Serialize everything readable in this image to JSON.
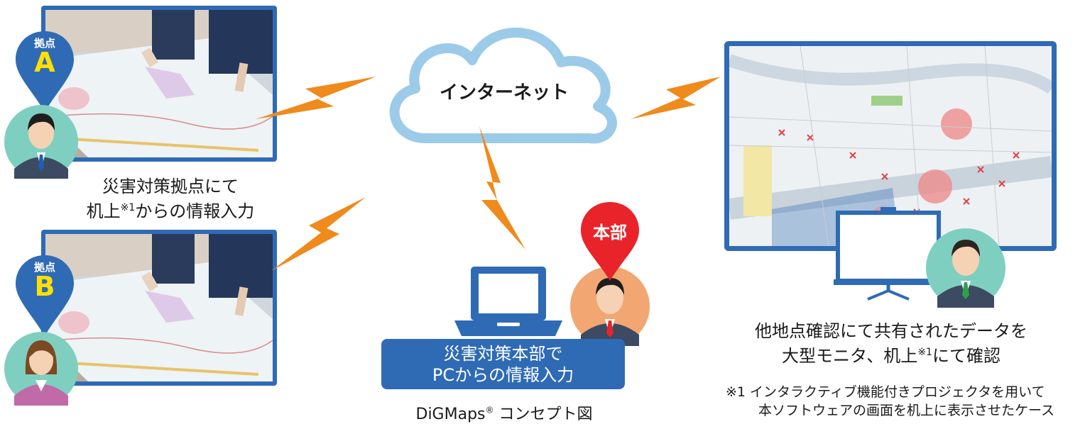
{
  "cloud": {
    "label": "インターネット"
  },
  "site_a": {
    "pin_top": "拠点",
    "pin_letter": "A",
    "caption_line1": "災害対策拠点にて",
    "caption_line2_pre": "机上",
    "caption_line2_mark": "※1",
    "caption_line2_post": "からの情報入力"
  },
  "site_b": {
    "pin_top": "拠点",
    "pin_letter": "B"
  },
  "hq": {
    "pin_label": "本部",
    "box_line1": "災害対策本部で",
    "box_line2": "PCからの情報入力"
  },
  "monitor": {
    "caption_line1": "他地点確認にて共有されたデータを",
    "caption_line2_pre": "大型モニタ、机上",
    "caption_line2_mark": "※1",
    "caption_line2_post": "にて確認"
  },
  "title": {
    "pre": "DiGMaps",
    "mark": "®",
    "post": " コンセプト図"
  },
  "note": {
    "line1": "※1 インタラクティブ機能付きプロジェクタを用いて",
    "line2": "本ソフトウェアの画面を机上に表示させたケース"
  },
  "colors": {
    "frame_blue": "#2f6bb5",
    "cloud_fill": "#ffffff",
    "cloud_stroke": "#9ccbe9",
    "bolt_orange": "#ef8a1c",
    "pin_blue": "#2f6bb5",
    "pin_yellow": "#ffe000",
    "pin_red": "#e8242a",
    "avatar_teal": "#7fcfc1",
    "avatar_orange": "#f2a772"
  }
}
